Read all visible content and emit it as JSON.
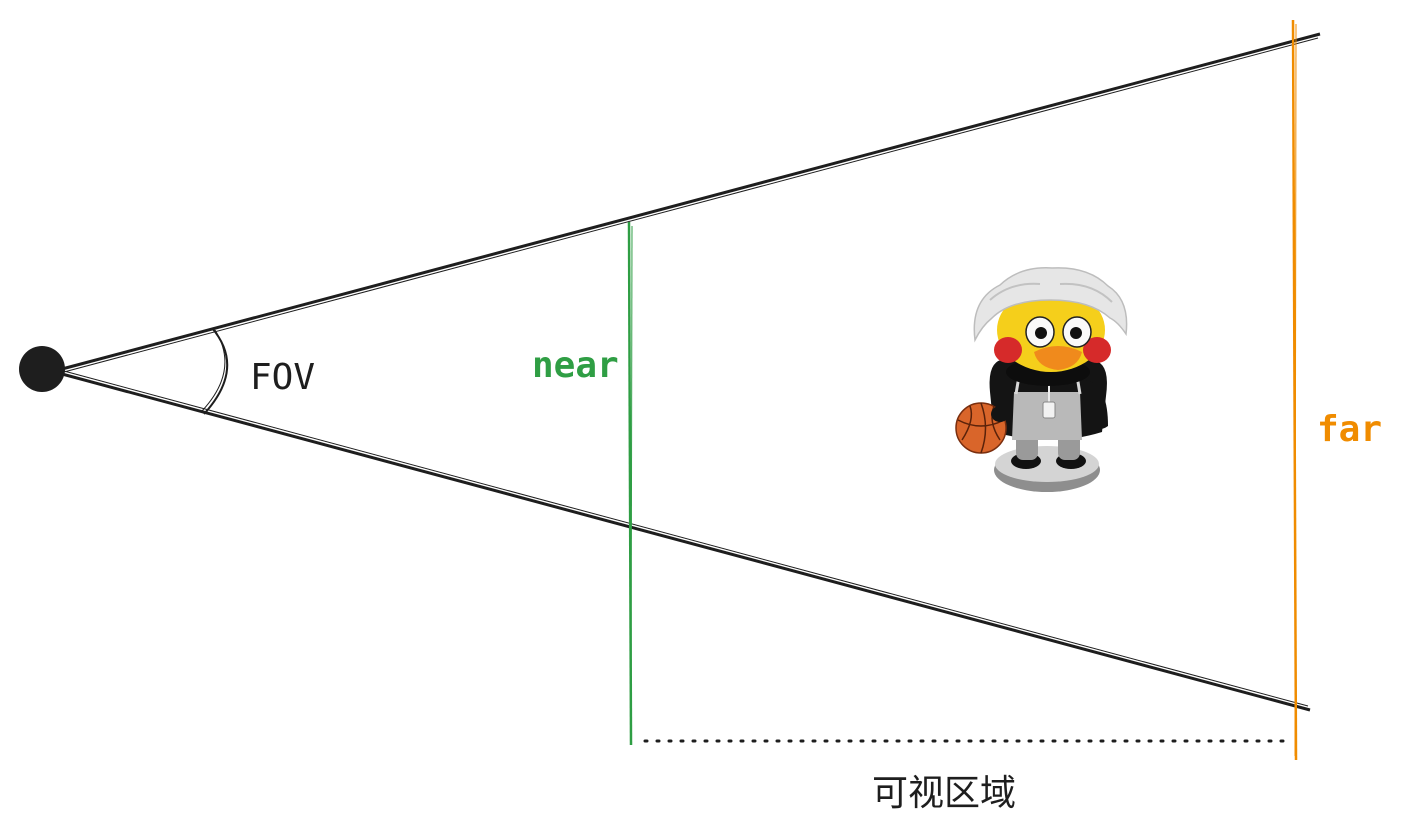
{
  "labels": {
    "fov": "FOV",
    "near": "near",
    "far": "far",
    "visible_region": "可视区域"
  },
  "colors": {
    "ink": "#1e1e1e",
    "near": "#2f9e44",
    "far": "#f08c00",
    "background": "#ffffff"
  },
  "figure": {
    "name": "duck figurine holding a basketball",
    "icon": "duck-figurine-icon"
  }
}
